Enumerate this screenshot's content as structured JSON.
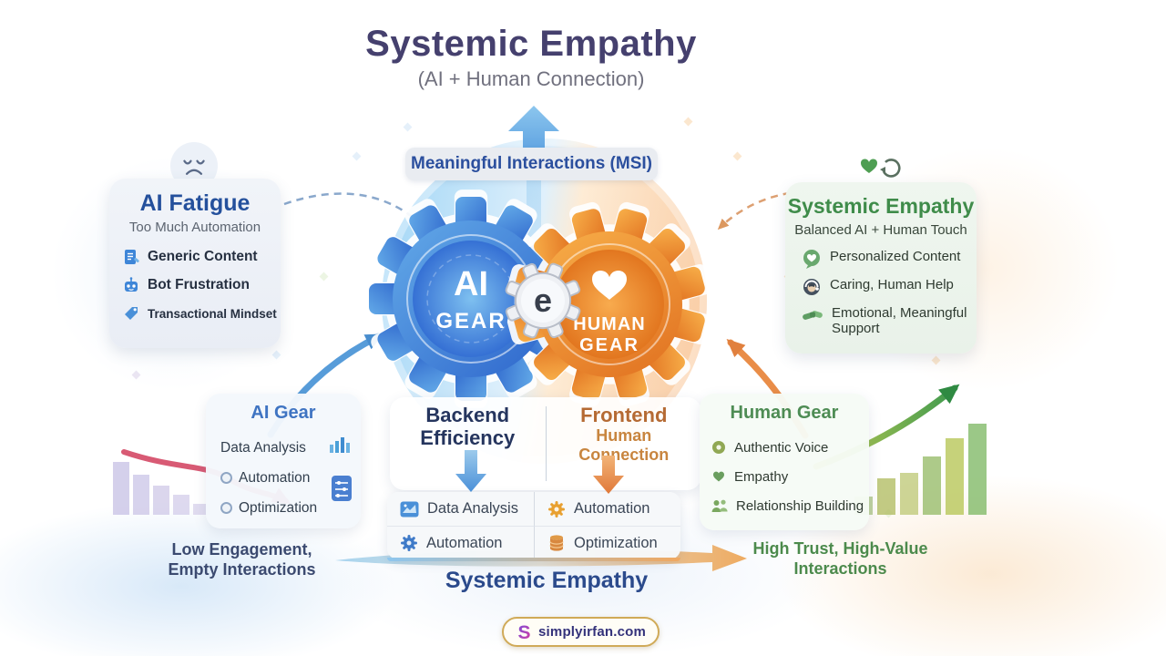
{
  "header": {
    "title": "Systemic Empathy",
    "subtitle": "(AI + Human Connection)"
  },
  "msi_badge": {
    "label": "Meaningful Interactions (MSI)"
  },
  "ai_fatigue_card": {
    "title": "AI Fatigue",
    "subtitle": "Too Much Automation",
    "items": [
      {
        "icon": "document-icon",
        "label": "Generic Content"
      },
      {
        "icon": "robot-icon",
        "label": "Bot Frustration"
      },
      {
        "icon": "price-tag-icon",
        "label": "Transactional Mindset"
      }
    ]
  },
  "systemic_empathy_card": {
    "title": "Systemic Empathy",
    "subtitle": "Balanced AI + Human Touch",
    "items": [
      {
        "icon": "heart-bubble-icon",
        "label": "Personalized Content"
      },
      {
        "icon": "support-agent-icon",
        "label": "Caring, Human Help"
      },
      {
        "icon": "handshake-icon",
        "label": "Emotional, Meaningful Support"
      }
    ]
  },
  "gears": {
    "ai_line1": "AI",
    "ai_line2": "GEAR",
    "human_line1": "HUMAN",
    "human_line2": "GEAR",
    "center_label": "e"
  },
  "split_panel": {
    "left_line1": "Backend",
    "left_line2": "Efficiency",
    "right_line1": "Frontend",
    "right_line2": "Human",
    "right_line3": "Connection"
  },
  "ai_gear_card": {
    "title": "AI Gear",
    "items": [
      {
        "label": "Data Analysis"
      },
      {
        "label": "Automation"
      },
      {
        "label": "Optimization"
      }
    ]
  },
  "human_gear_card": {
    "title": "Human Gear",
    "items": [
      {
        "icon": "voice-icon",
        "label": "Authentic Voice"
      },
      {
        "icon": "heart-icon",
        "label": "Empathy"
      },
      {
        "icon": "people-icon",
        "label": "Relationship Building"
      }
    ]
  },
  "feature_grid": {
    "items": [
      {
        "icon": "data-analysis-icon",
        "label": "Data Analysis"
      },
      {
        "icon": "gear-orange-icon",
        "label": "Automation"
      },
      {
        "icon": "gear-blue-icon",
        "label": "Automation"
      },
      {
        "icon": "database-icon",
        "label": "Optimization"
      }
    ]
  },
  "outcomes": {
    "left_line1": "Low Engagement,",
    "left_line2": "Empty Interactions",
    "right_line1": "High Trust, High-Value",
    "right_line2": "Interactions",
    "center_label": "Systemic Empathy"
  },
  "footer": {
    "brand": "simplyirfan.com",
    "logo_letter": "S"
  },
  "colors": {
    "ai_blue": "#3f7ac8",
    "human_orange": "#e8862f",
    "empathy_green": "#4e8c54",
    "title_navy": "#45406e",
    "decline_pink": "#d85a74"
  }
}
